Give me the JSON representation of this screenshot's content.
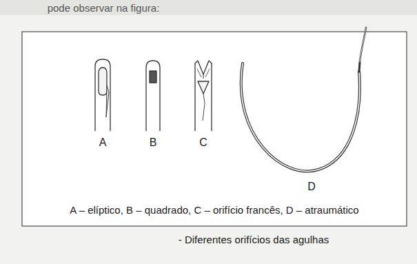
{
  "diagram": {
    "caption": "- Diferentes orifícios das agulhas",
    "labels": [
      "pode observar na figura:",
      "A",
      "B",
      "C",
      "D",
      "A – elíptico, B – quadrado, C – orifício francês, D – atraumático"
    ]
  }
}
